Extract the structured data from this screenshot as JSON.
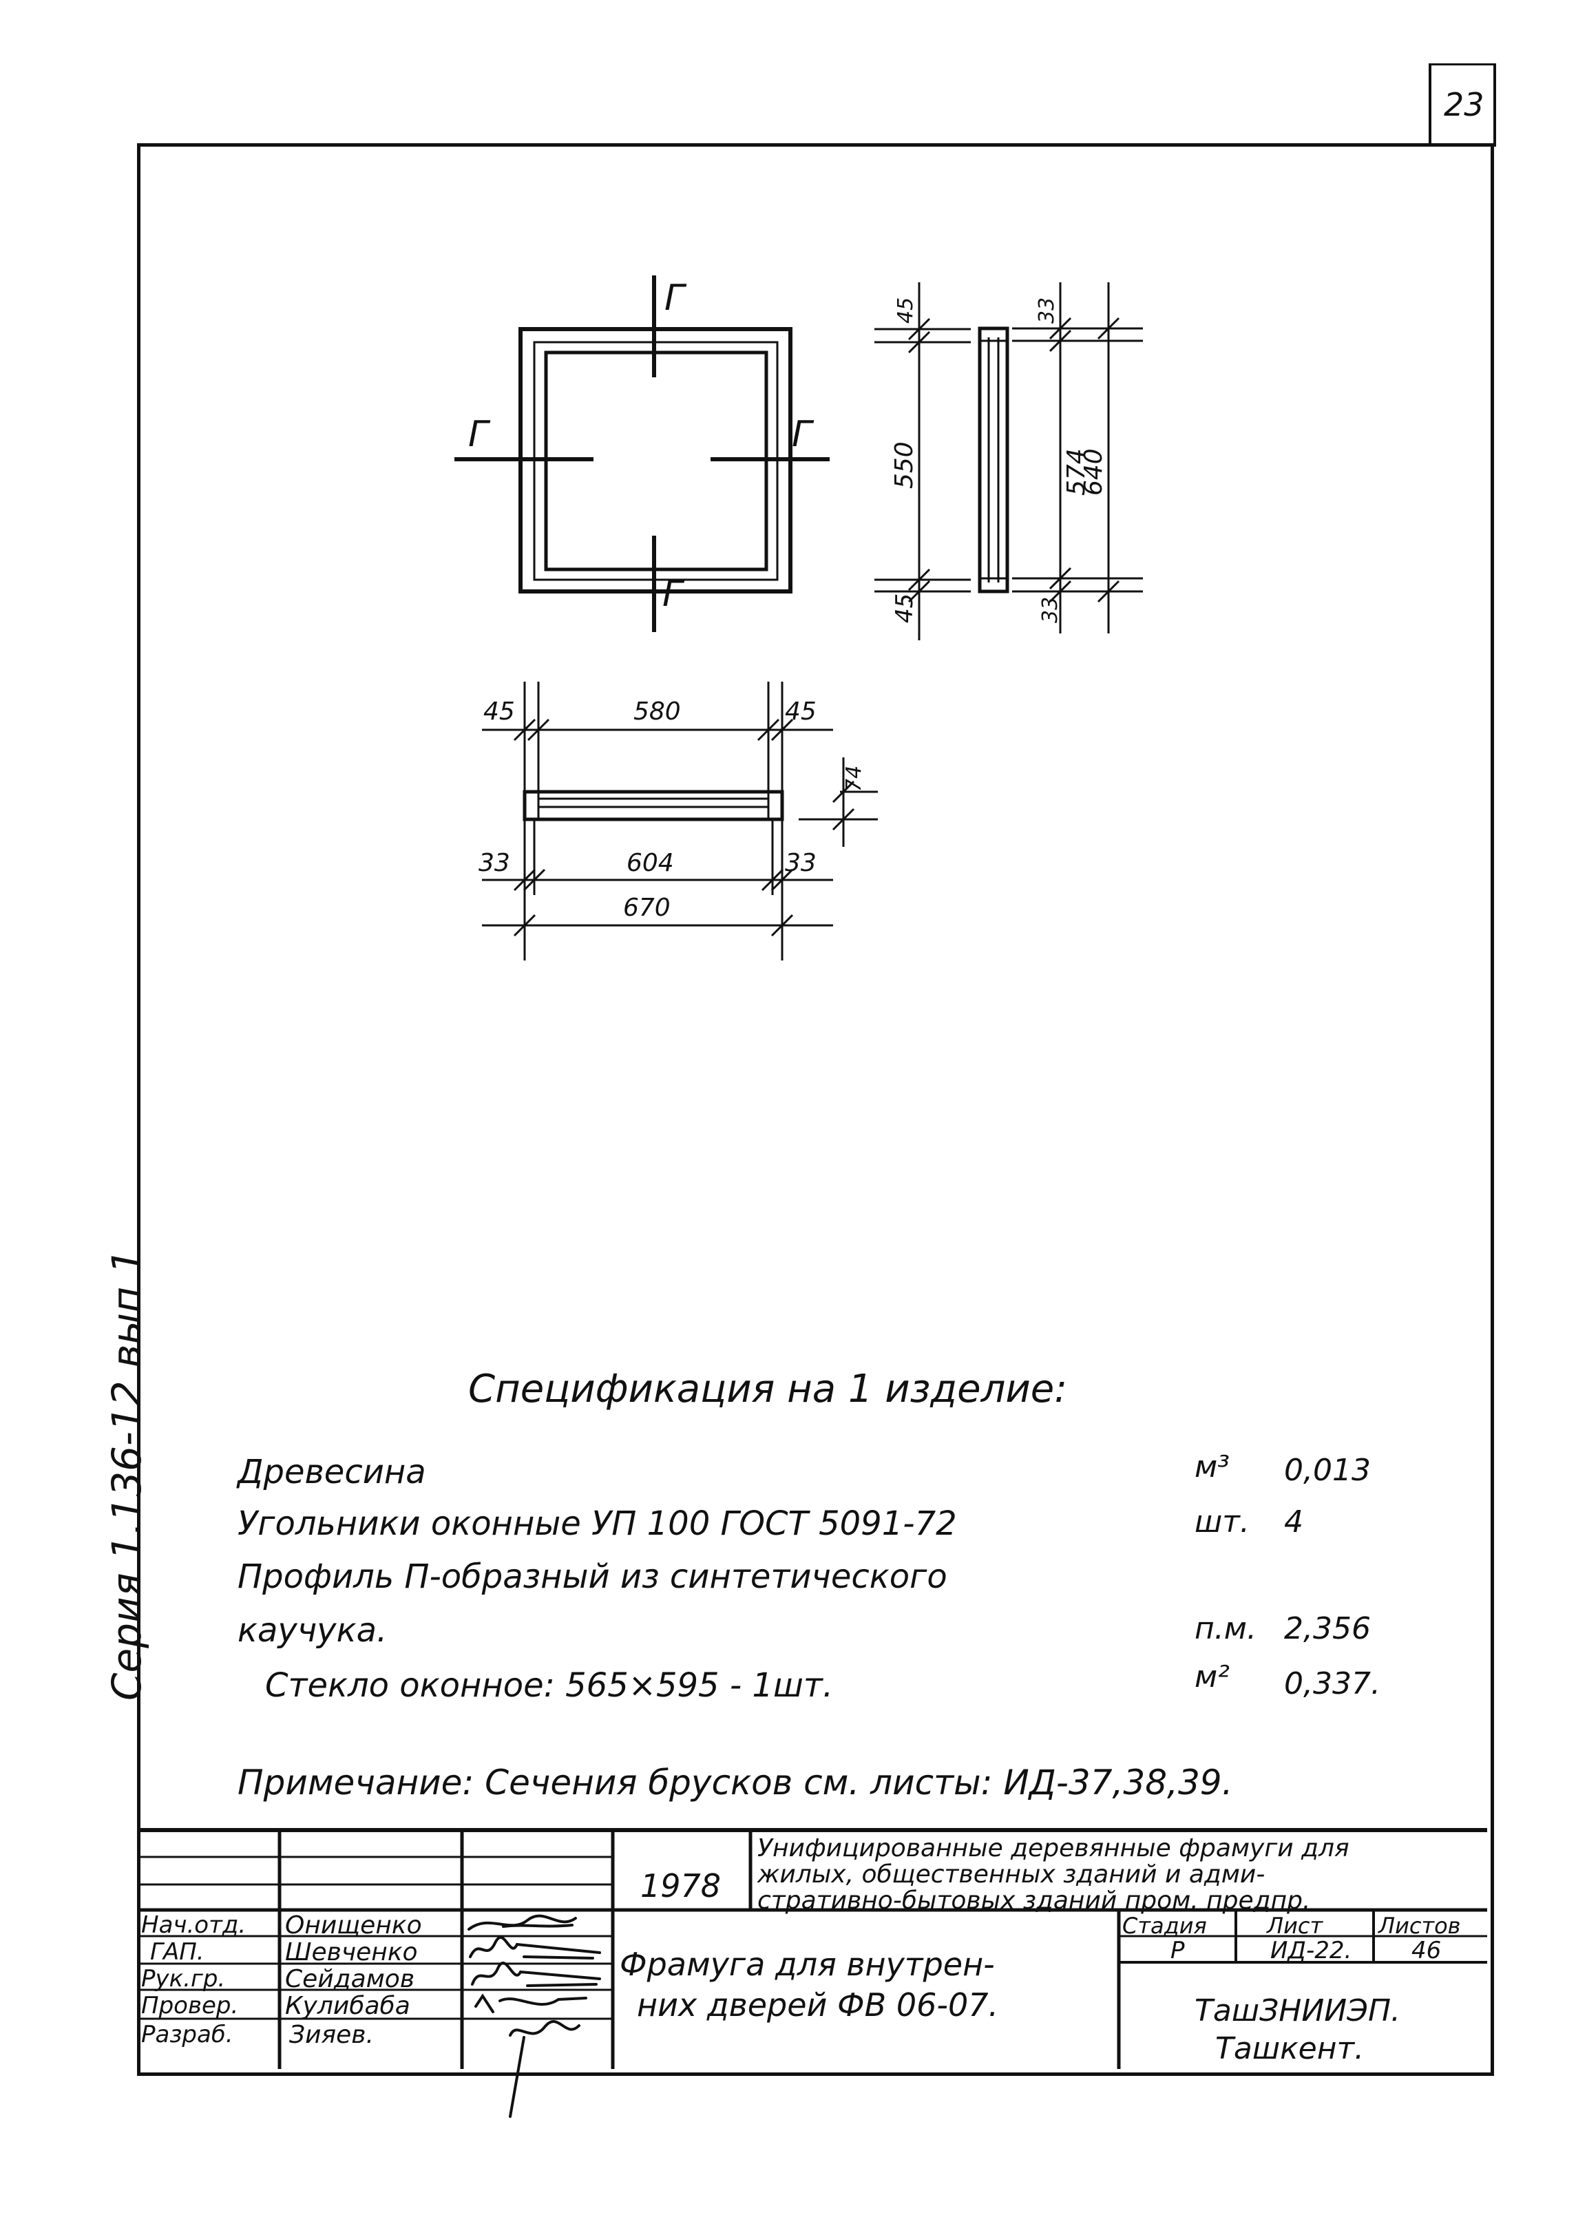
{
  "sheet_number": "23",
  "side_stamp": "Серия 1.136-12 вып 1",
  "drawing": {
    "section_mark": "Г",
    "dims_right_frame": [
      "45",
      "550",
      "45"
    ],
    "dims_right_outer": [
      "33",
      "574",
      "640",
      "33"
    ],
    "dims_top": [
      "45",
      "580",
      "45"
    ],
    "dims_bottom": [
      "33",
      "604",
      "33"
    ],
    "dims_bottom_total": "670",
    "dim_height_side": "74"
  },
  "spec": {
    "title": "Спецификация на 1 изделие:",
    "rows": [
      {
        "name": "Древесина",
        "unit": "м³",
        "qty": "0,013"
      },
      {
        "name": "Угольники оконные УП 100 ГОСТ 5091-72",
        "unit": "шт.",
        "qty": "4"
      },
      {
        "name": "Профиль П-образный из синтетического",
        "unit": "",
        "qty": ""
      },
      {
        "name": "каучука.",
        "unit": "п.м.",
        "qty": "2,356"
      },
      {
        "name": "Стекло оконное: 565×595 - 1шт.",
        "unit": "м²",
        "qty": "0,337."
      }
    ],
    "note": "Примечание: Сечения брусков см. листы: ИД-37,38,39."
  },
  "title_block": {
    "year": "1978",
    "project_title": [
      "Унифицированные деревянные фрамуги для",
      "жилых, общественных зданий и адми-",
      "стративно-бытовых зданий пром. предпр."
    ],
    "sheet_title": [
      "Фрамуга для внутрен-",
      "них дверей ФВ 06-07."
    ],
    "roles": [
      {
        "role": "Нач.отд.",
        "name": "Онищенко"
      },
      {
        "role": "ГАП.",
        "name": "Шевченко"
      },
      {
        "role": "Рук.гр.",
        "name": "Сейдамов"
      },
      {
        "role": "Провер.",
        "name": "Кулибаба"
      },
      {
        "role": "Разраб.",
        "name": "Зияев."
      }
    ],
    "stage_label": "Стадия",
    "sheet_label": "Лист",
    "sheets_label": "Листов",
    "stage": "Р",
    "sheet": "ИД-22.",
    "sheets": "46",
    "org": "ТашЗНИИЭП.",
    "city": "Ташкент."
  }
}
